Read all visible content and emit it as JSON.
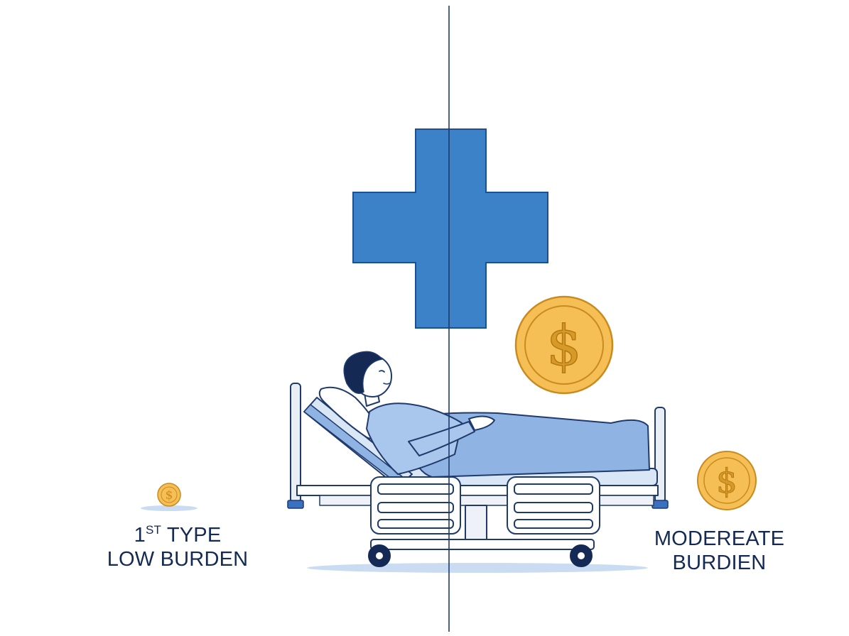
{
  "labels": {
    "left": {
      "ordinal_number": "1",
      "ordinal_suffix": "ST",
      "line1_rest": " TYPE",
      "line2": "LOW BURDEN"
    },
    "right": {
      "line1": "MODEREATE",
      "line2": "BURDIEN"
    }
  },
  "coin_symbol": "$",
  "icons": {
    "cross": "medical-cross-icon",
    "coin": "dollar-coin-icon",
    "patient": "patient-in-bed-illustration"
  },
  "colors": {
    "cross_blue": "#3b82c9",
    "coin_gold": "#f6bf55",
    "coin_outline": "#c98b1f",
    "navy": "#142a54",
    "blanket": "#8fb4e4",
    "divider": "#1f3a6b",
    "shadow": "#c9dcf1"
  }
}
